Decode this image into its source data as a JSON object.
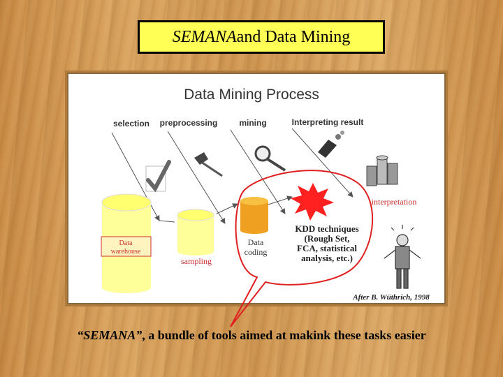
{
  "slide": {
    "title_italic": "SEMANA",
    "title_rest": " and Data Mining",
    "caption_italic": "“SEMANA”",
    "caption_rest": ", a bundle of tools aimed at makink these tasks easier"
  },
  "diagram": {
    "heading": "Data Mining Process",
    "stages": [
      "selection",
      "preprocessing",
      "mining",
      "Interpreting result"
    ],
    "labels": {
      "warehouse": [
        "Data",
        "warehouse"
      ],
      "sampling": "sampling",
      "coding": [
        "Data",
        "coding"
      ],
      "kdd": [
        "KDD techniques",
        "(Rough Set,",
        "FCA, statistical",
        "analysis, etc.)"
      ],
      "interpretation": "interpretation",
      "credit": "After B. Wüthrich, 1998"
    },
    "icons": [
      "checkmark-icon",
      "hammer-icon",
      "magnifier-icon",
      "lamp-icon",
      "coins-icon",
      "burst-icon",
      "person-icon"
    ]
  },
  "colors": {
    "title_bg": "#ffff55",
    "cylinder_yellow": "#ffff99",
    "cylinder_orange": "#f0a020",
    "burst_red": "#ff2020",
    "callout_red": "#e02020"
  }
}
